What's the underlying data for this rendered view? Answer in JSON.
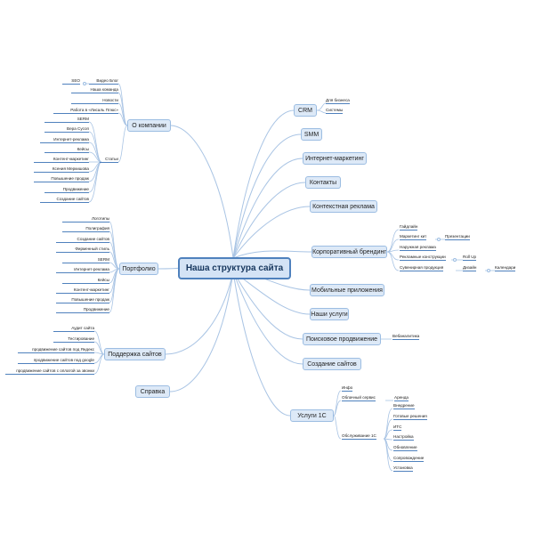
{
  "root": {
    "label": "Наша структура сайта"
  },
  "right": {
    "crm": {
      "label": "CRM",
      "children": [
        "Для бизнеса",
        "Системы"
      ]
    },
    "smm": {
      "label": "SMM"
    },
    "internet_marketing": {
      "label": "Интернет-маркетинг"
    },
    "contacts": {
      "label": "Контакты"
    },
    "context_ads": {
      "label": "Контекстная реклама"
    },
    "branding": {
      "label": "Корпоративный брендинг",
      "children": [
        "Гайдлайн",
        "Маркетинг кит",
        "Наружная реклама",
        "Рекламные конструкции",
        "Сувенирная продукция"
      ],
      "kit_child": "Презентации",
      "constructions_child": "Roll Up",
      "souvenir_child": "Дизайн",
      "design_child": "Календари"
    },
    "mobile_apps": {
      "label": "Мобильные приложения"
    },
    "our_services": {
      "label": "Наши услуги"
    },
    "seo_promo": {
      "label": "Поисковое продвижение",
      "child": "Вебаналитика"
    },
    "site_creation": {
      "label": "Создание сайтов"
    },
    "services_1c": {
      "label": "Услуги 1С",
      "children": [
        "Инфо",
        "Облачный сервис",
        "Обслуживание 1С"
      ],
      "cloud_child": "Аренда",
      "maintenance_children": [
        "Внедрение",
        "Готовые решения",
        "ИТС",
        "Настройка",
        "Обновление",
        "Сопровождение",
        "Установка"
      ]
    }
  },
  "left": {
    "about": {
      "label": "О компании",
      "children": [
        "Видео Блог",
        "Наша команда",
        "Новости",
        "Работа в «Лисаль Плюс»",
        "Статьи"
      ],
      "video_child": "SEO",
      "articles_children": [
        "SERM",
        "Вера Сусоп",
        "Интернет-реклама",
        "Кейсы",
        "Контент-маркетинг",
        "Ксения Меркишова",
        "Повышение продаж",
        "Продвижение",
        "Создание сайтов"
      ]
    },
    "portfolio": {
      "label": "Портфолио",
      "children": [
        "Логотипы",
        "Полиграфия",
        "Создание сайтов",
        "Фирменный стиль",
        "SERM",
        "Интернет-реклама",
        "Кейсы",
        "Контент-маркетинг",
        "Повышение продаж",
        "Продвижение"
      ]
    },
    "support": {
      "label": "Поддержка сайтов",
      "children": [
        "Аудит сайта",
        "Тестирование",
        "продвижение сайтов под Яндекс",
        "продвижение сайтов под google",
        "продвижение сайтов с оплатой за звонки"
      ]
    },
    "help": {
      "label": "Справка"
    }
  }
}
